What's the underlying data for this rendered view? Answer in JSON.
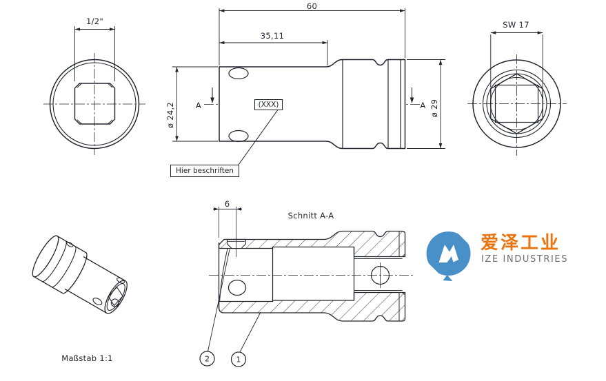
{
  "colors": {
    "line": "#23232e",
    "background": "#ffffff",
    "logo_blue": "#4a90c8",
    "logo_orange": "#e87511",
    "logo_gray": "#6e6e6e"
  },
  "front_view": {
    "dim_drive": "1/2\""
  },
  "side_view": {
    "dim_total": "60",
    "dim_body": "35,11",
    "dim_dia_body": "ø 24,2",
    "dim_dia_head": "ø 29",
    "sec_a_left": "A",
    "sec_a_right": "A",
    "marking": "(XXX)",
    "note": "Hier beschriften"
  },
  "rear_view": {
    "dim_hex": "SW 17"
  },
  "iso_view": {
    "scale": "Maßstab 1:1"
  },
  "section_view": {
    "title": "Schnitt A-A",
    "dim_depth": "6",
    "balloon_1": "1",
    "balloon_2": "2"
  },
  "watermark": {
    "cn": "爱泽工业",
    "en": "IZE INDUSTRIES"
  }
}
